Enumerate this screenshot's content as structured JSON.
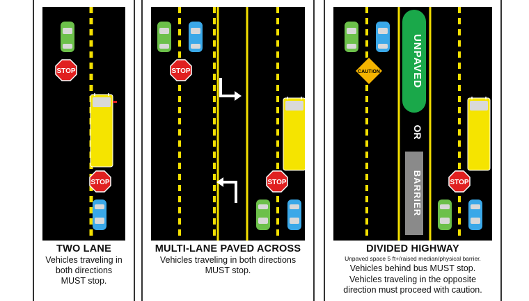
{
  "panels": [
    {
      "title": "TWO LANE",
      "lines": [
        "Vehicles traveling in",
        "both directions",
        "MUST stop."
      ]
    },
    {
      "title": "MULTI-LANE PAVED ACROSS",
      "lines": [
        "Vehicles traveling in both directions",
        "MUST stop."
      ]
    },
    {
      "title": "DIVIDED HIGHWAY",
      "note": "Unpaved space 5 ft+/raised median/physical barrier.",
      "lines": [
        "Vehicles behind bus MUST stop.",
        "Vehicles traveling in the opposite",
        "direction must proceed with caution."
      ]
    }
  ],
  "signs": {
    "stop": "STOP",
    "caution": "CAUTION",
    "median_unpaved": "UNPAVED",
    "median_or": "OR",
    "median_barrier": "BARRIER"
  },
  "colors": {
    "road": "#000000",
    "lane_marking": "#f4e000",
    "stop_sign": "#e02020",
    "car_green": "#6cc04a",
    "car_blue": "#3aa8e8",
    "bus": "#f5e400",
    "caution_sign": "#f5b400",
    "median_green": "#1aa84a",
    "barrier_gray": "#8a8a8a"
  }
}
